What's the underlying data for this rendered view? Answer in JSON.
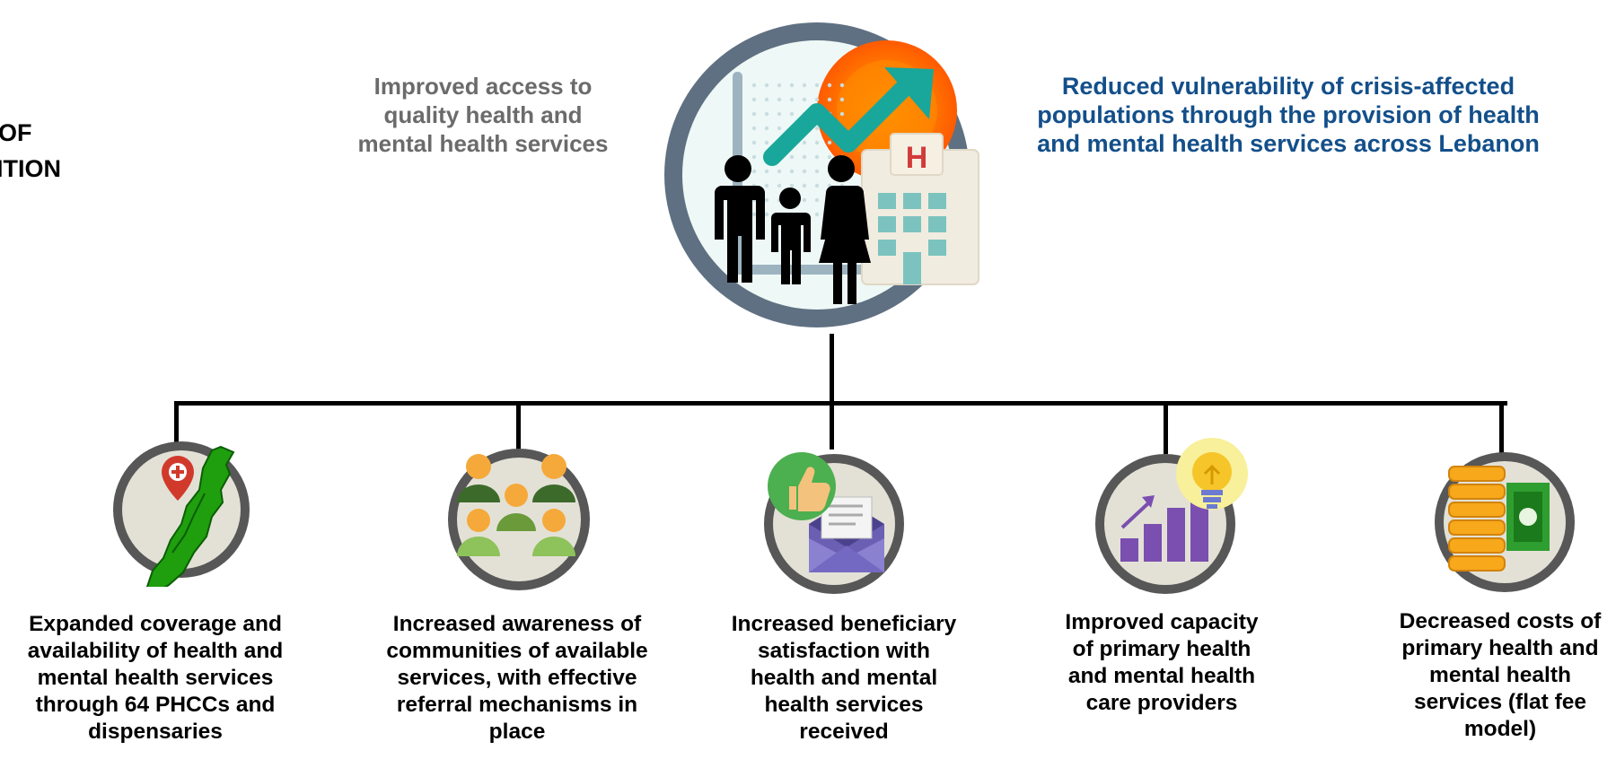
{
  "side_title": {
    "line1": "OF",
    "line2": "VENTION"
  },
  "outcome_text": "Improved access to quality health and mental health services",
  "impact_text": "Reduced vulnerability of crisis-affected populations through the provision of health and mental health services across Lebanon",
  "central_icon": {
    "name": "family-health-growth-icon",
    "hospital_letter": "H"
  },
  "outputs": [
    {
      "icon": "lebanon-map-pin-icon",
      "label": "Expanded coverage and availability of health and mental health services through 64 PHCCs and dispensaries"
    },
    {
      "icon": "community-group-icon",
      "label": "Increased awareness of communities of available services, with effective referral mechanisms in place"
    },
    {
      "icon": "thumbs-up-envelope-icon",
      "label": "Increased beneficiary satisfaction with health and mental health services received"
    },
    {
      "icon": "growth-lightbulb-icon",
      "label": "Improved capacity of primary health and mental health care providers"
    },
    {
      "icon": "coins-cash-icon",
      "label": "Decreased costs of primary health and mental health services (flat fee model)"
    }
  ],
  "colors": {
    "impact_text": "#134f8a",
    "outcome_text": "#6b6b6b",
    "ring": "#5f7082",
    "small_ring": "#565656",
    "icon_bg": "#e3e1d6"
  }
}
